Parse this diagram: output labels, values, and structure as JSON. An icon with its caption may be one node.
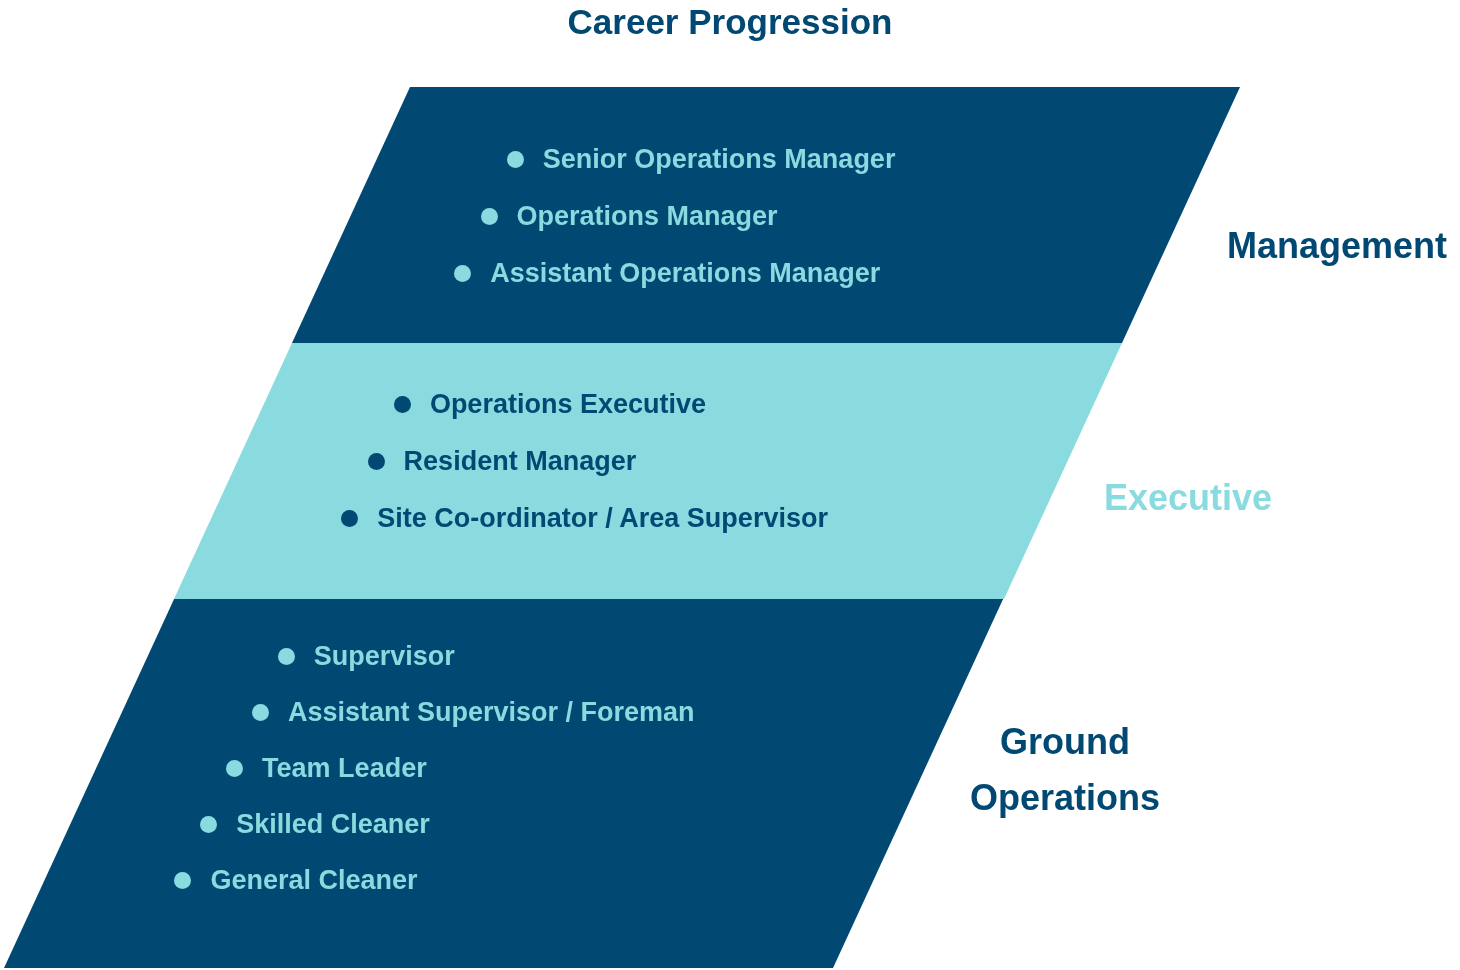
{
  "diagram": {
    "title": "Career Progression",
    "nodes": [
      {
        "text": [
          "Senior Operations Manager",
          "Operations Manager",
          "Assistant Operations Manager"
        ],
        "beside": [
          "Management"
        ]
      },
      {
        "text": [
          "Operations Executive",
          "Resident Manager",
          "Site Co-ordinator / Area Supervisor"
        ],
        "beside": [
          "Executive"
        ]
      },
      {
        "text": [
          "Supervisor",
          "Assistant Supervisor / Foreman",
          "Team Leader",
          "Skilled Cleaner",
          "General Cleaner"
        ],
        "beside": [
          "Ground Operations"
        ]
      }
    ]
  }
}
